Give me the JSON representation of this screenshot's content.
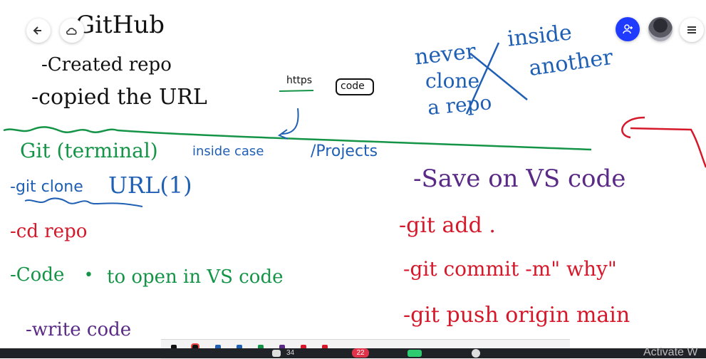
{
  "board": {
    "github_title": "GitHub",
    "created_repo": "-Created repo",
    "copied_url": "-copied the URL",
    "https": "https",
    "code_box": "code",
    "note_never_clone": [
      "never",
      "clone",
      "a repo"
    ],
    "note_inside_another": [
      "inside",
      "another"
    ],
    "git_terminal": "Git (terminal)",
    "inside_case": "inside case",
    "projects": "/Projects",
    "git_clone": "-git clone",
    "url_1": "URL(1)",
    "cd_repo": "-cd repo",
    "code_dot": "-Code",
    "dot": "•",
    "to_open": "to open in VS code",
    "write_code": "-write code",
    "save_vs": "-Save on VS code",
    "git_add": "-git add .",
    "git_commit": "-git commit -m\" why\"",
    "git_push": "-git push origin main"
  },
  "controls": {
    "notification_count": "22",
    "participants_count": "34",
    "watermark": "Activate W"
  },
  "colors": {
    "black": "#111111",
    "blue": "#1f5fb4",
    "green": "#149447",
    "purple": "#5a2a86",
    "red": "#d6182b"
  }
}
